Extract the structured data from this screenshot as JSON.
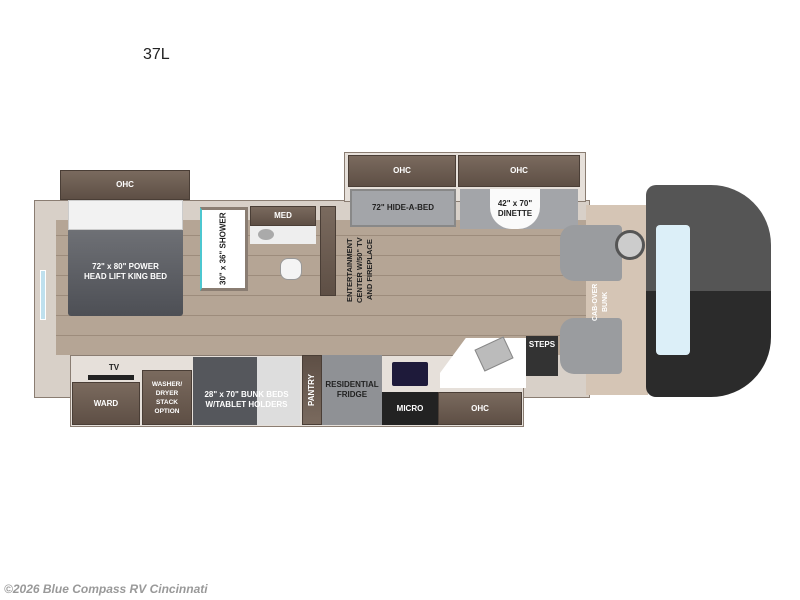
{
  "model": "37L",
  "labels": {
    "ohc_bedroom": "OHC",
    "bed": "72\" x 80\" POWER HEAD LIFT KING BED",
    "shower": "30\" x 36\" SHOWER",
    "med": "MED",
    "entertainment": "ENTERTAINMENT CENTER W/50\" TV AND FIREPLACE",
    "ohc_sofa": "OHC",
    "ohc_dinette": "OHC",
    "sofa": "72\" HIDE-A-BED",
    "dinette": "42\" x 70\" DINETTE",
    "tv": "TV",
    "ward": "WARD",
    "washer": "WASHER/ DRYER STACK OPTION",
    "bunk": "28\" x 70\" BUNK BEDS W/TABLET HOLDERS",
    "pantry": "PANTRY",
    "fridge": "RESIDENTIAL FRIDGE",
    "micro": "MICRO",
    "ohc_kitchen": "OHC",
    "steps": "STEPS",
    "cab_bunk": "CAB-OVER BUNK"
  },
  "watermark": "©2026 Blue Compass RV Cincinnati"
}
